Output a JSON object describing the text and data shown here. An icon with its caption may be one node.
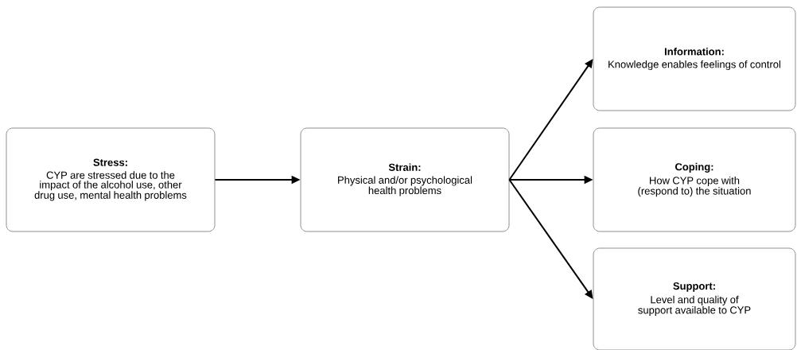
{
  "diagram": {
    "nodes": [
      {
        "text": [
          "Stress:",
          "CYP are stressed due to the impact of the alcohol use, other drug use, mental health problems"
        ]
      },
      {
        "text": [
          "Strain:",
          "Physical and/or psychological health problems"
        ]
      },
      {
        "text": [
          "Information:",
          "Knowledge enables feelings of control"
        ]
      },
      {
        "text": [
          "Coping:",
          "How CYP cope with (respond to) the situation"
        ]
      },
      {
        "text": [
          "Support:",
          "Level and quality of support available to CYP"
        ]
      }
    ],
    "edges": [
      {
        "from": 0,
        "to": 1,
        "arrow": "to"
      },
      {
        "from": 1,
        "to": 2,
        "arrow": "to"
      },
      {
        "from": 1,
        "to": 3,
        "arrow": "to"
      },
      {
        "from": 1,
        "to": 4,
        "arrow": "to"
      }
    ]
  }
}
